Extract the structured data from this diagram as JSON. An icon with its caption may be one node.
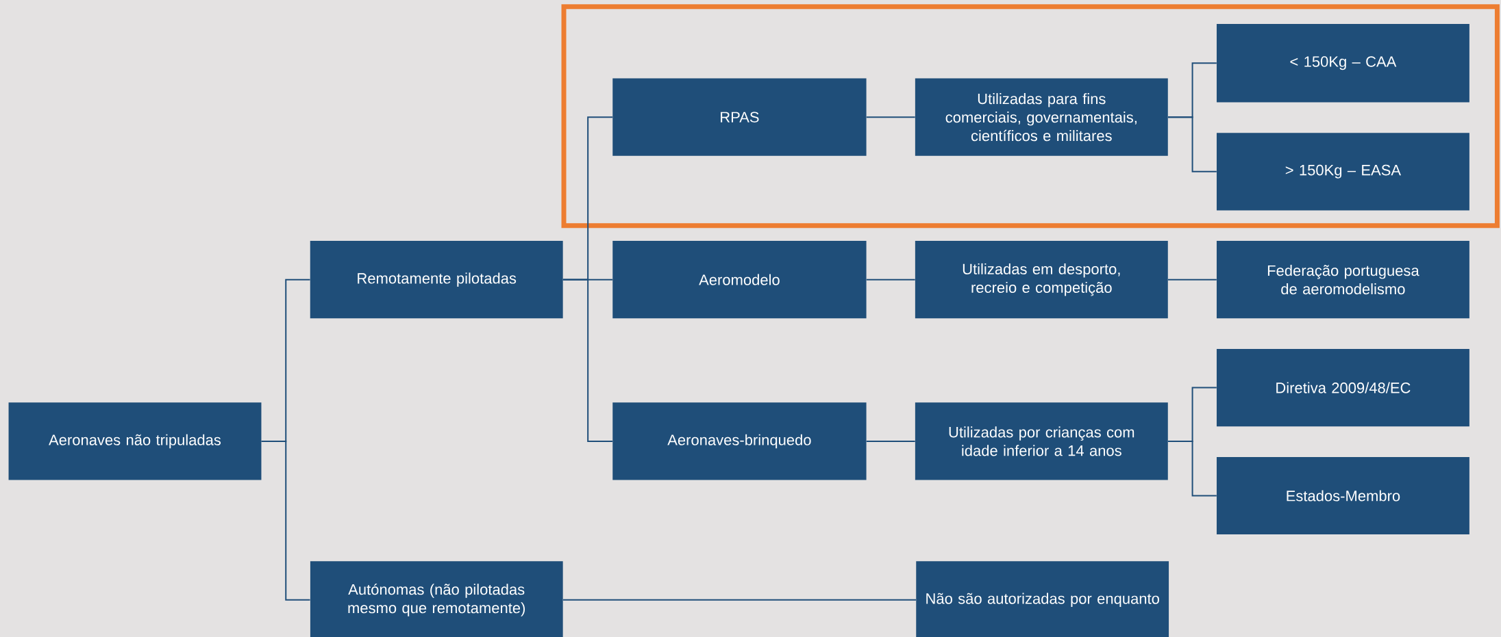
{
  "diagram": {
    "nodes": [
      {
        "text": [
          "Aeronaves não tripuladas"
        ]
      },
      {
        "text": [
          "Remotamente pilotadas"
        ]
      },
      {
        "text": [
          "Autónomas (não pilotadas mesmo que remotamente)"
        ]
      },
      {
        "text": [],
        "shape": "box"
      },
      {
        "text": [
          "RPAS"
        ],
        "in": 3
      },
      {
        "text": [
          "Utilizadas para fins comerciais, governamentais, científicos e militares"
        ],
        "in": 3
      },
      {
        "text": [
          "< 150Kg – CAA"
        ],
        "in": 3
      },
      {
        "text": [
          "> 150Kg – EASA"
        ],
        "in": 3
      },
      {
        "text": [
          "Aeromodelo"
        ]
      },
      {
        "text": [
          "Utilizadas em desporto, recreio e competição"
        ]
      },
      {
        "text": [
          "Federação portuguesa de aeromodelismo"
        ]
      },
      {
        "text": [
          "Aeronaves-brinquedo"
        ]
      },
      {
        "text": [
          "Utilizadas por crianças com idade inferior a 14 anos"
        ]
      },
      {
        "text": [
          "Diretiva 2009/48/EC"
        ]
      },
      {
        "text": [
          "Estados-Membro"
        ]
      },
      {
        "text": [
          "Não são autorizadas por enquanto"
        ]
      }
    ],
    "edges": [
      {
        "from": 0,
        "to": 1,
        "arrow": "none"
      },
      {
        "from": 0,
        "to": 2,
        "arrow": "none"
      },
      {
        "from": 1,
        "to": 4,
        "arrow": "none"
      },
      {
        "from": 1,
        "to": 8,
        "arrow": "none"
      },
      {
        "from": 1,
        "to": 11,
        "arrow": "none"
      },
      {
        "from": 4,
        "to": 5,
        "arrow": "none"
      },
      {
        "from": 5,
        "to": 6,
        "arrow": "none"
      },
      {
        "from": 5,
        "to": 7,
        "arrow": "none"
      },
      {
        "from": 8,
        "to": 9,
        "arrow": "none"
      },
      {
        "from": 9,
        "to": 10,
        "arrow": "none"
      },
      {
        "from": 11,
        "to": 12,
        "arrow": "none"
      },
      {
        "from": 12,
        "to": 13,
        "arrow": "none"
      },
      {
        "from": 12,
        "to": 14,
        "arrow": "none"
      },
      {
        "from": 2,
        "to": 15,
        "arrow": "none"
      }
    ]
  }
}
